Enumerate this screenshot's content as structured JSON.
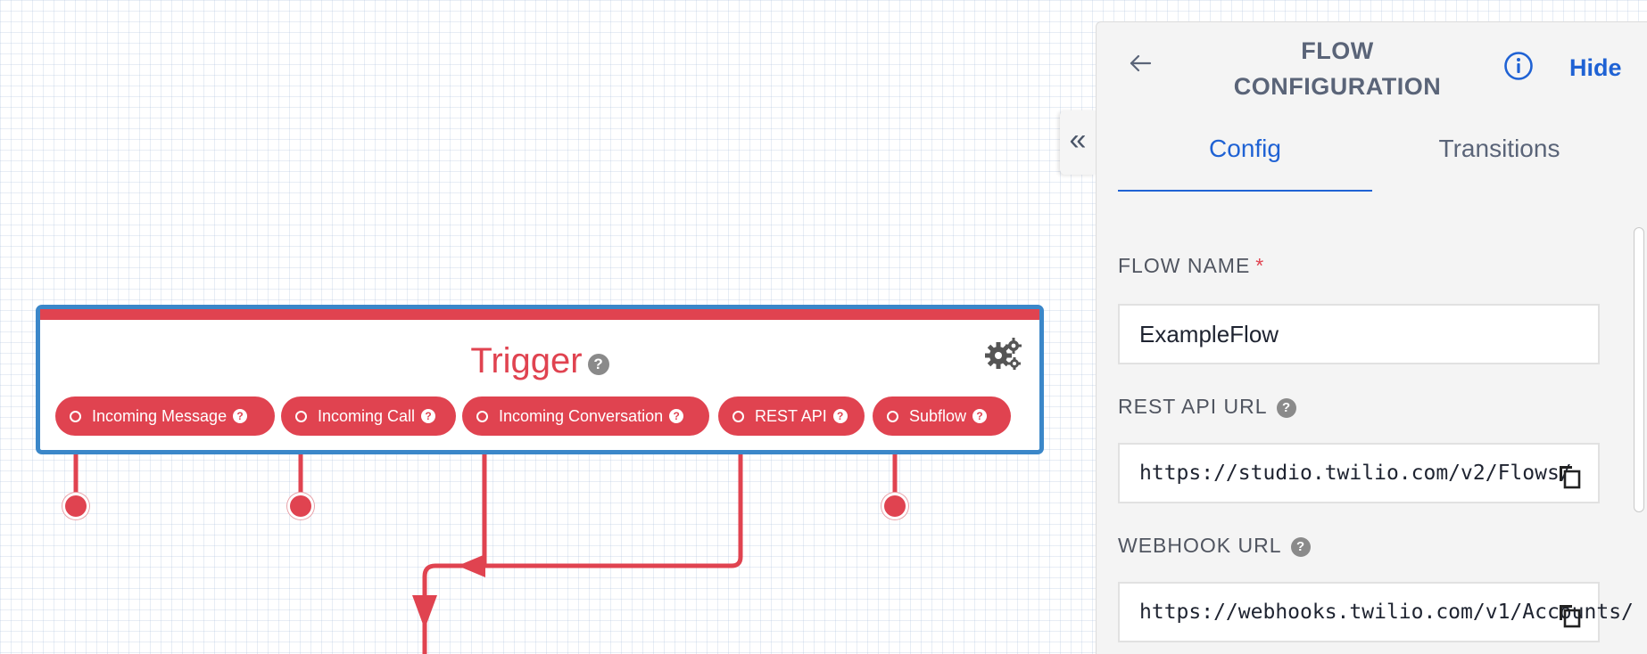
{
  "trigger": {
    "title": "Trigger",
    "help_glyph": "?",
    "actions": [
      {
        "label": "Incoming Message"
      },
      {
        "label": "Incoming Call"
      },
      {
        "label": "Incoming Conversation"
      },
      {
        "label": "REST API"
      },
      {
        "label": "Subflow"
      }
    ]
  },
  "panel": {
    "collapse_glyph": "«",
    "title": "FLOW CONFIGURATION",
    "hide_label": "Hide",
    "tabs": [
      {
        "label": "Config",
        "active": true
      },
      {
        "label": "Transitions",
        "active": false
      }
    ],
    "fields": {
      "flow_name": {
        "label": "FLOW NAME",
        "required_mark": "*",
        "value": "ExampleFlow"
      },
      "rest_api_url": {
        "label": "REST API URL",
        "value": "https://studio.twilio.com/v2/Flows/"
      },
      "webhook_url": {
        "label": "WEBHOOK URL",
        "value": "https://webhooks.twilio.com/v1/Accounts/"
      }
    }
  },
  "icons": [
    "gears-icon",
    "back-arrow-icon",
    "info-icon",
    "copy-icon",
    "help-icon",
    "double-chevron-left-icon"
  ],
  "colors": {
    "trigger_red": "#e04350",
    "selection_blue": "#3b87c9",
    "link_blue": "#1f62d4",
    "panel_bg": "#f4f4f4",
    "heading_gray": "#5a6478"
  }
}
